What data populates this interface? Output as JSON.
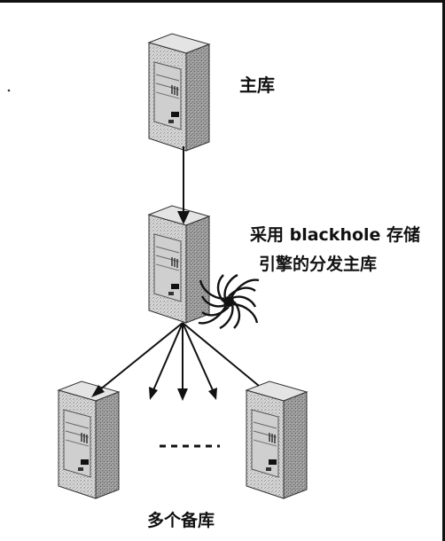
{
  "labels": {
    "master": "主库",
    "relay_line1": "采用 blackhole 存储",
    "relay_line2": "引擎的分发主库",
    "slaves": "多个备库"
  },
  "icons": {
    "server": "server-tower-icon",
    "blackhole": "blackhole-swirl-icon"
  },
  "colors": {
    "ink": "#111111",
    "server_light": "#d9d9d9",
    "server_dark": "#7a7a7a",
    "border": "#222222"
  }
}
